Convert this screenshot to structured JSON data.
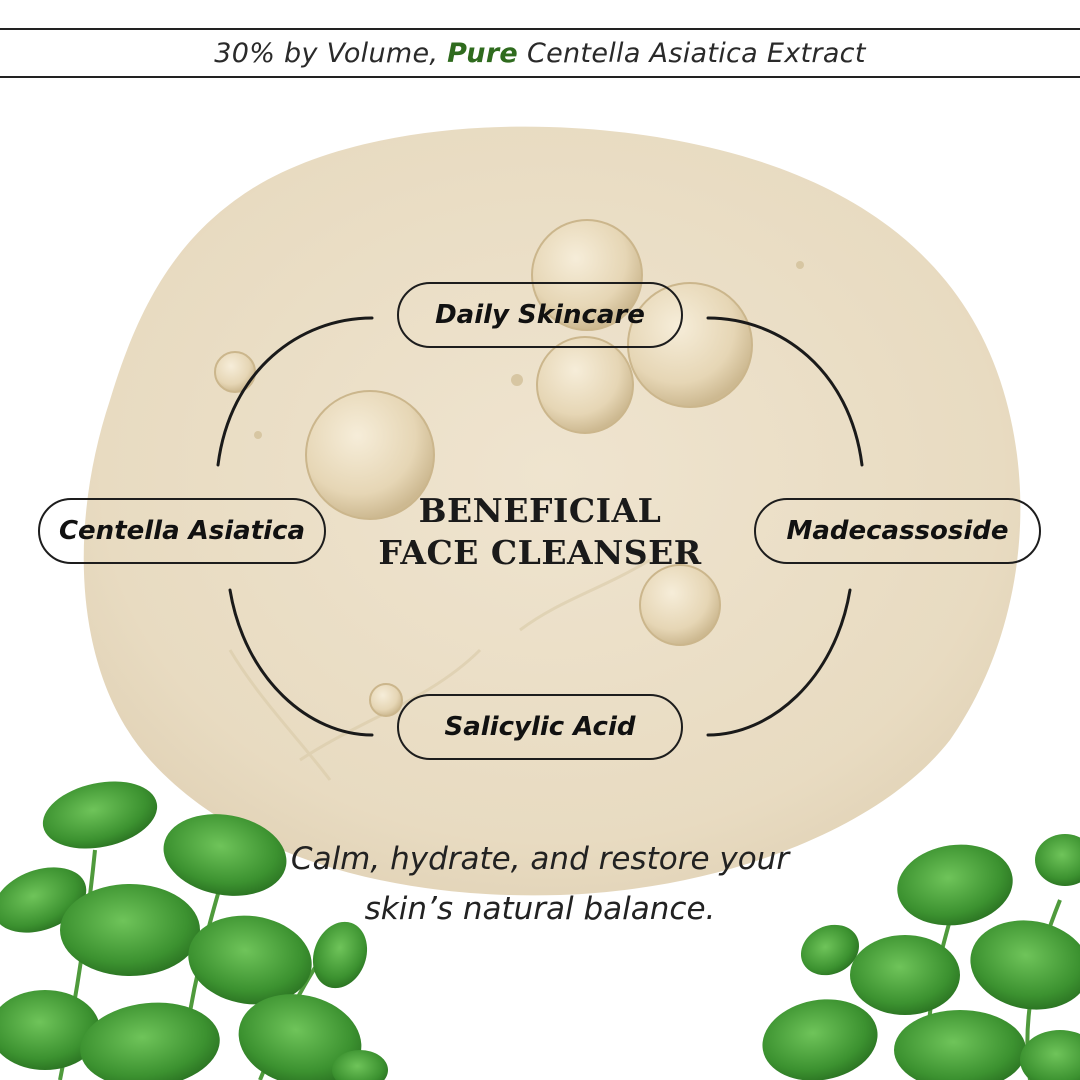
{
  "banner": {
    "before": "30% by Volume,",
    "highlight": "Pure",
    "after": "Centella Asiatica Extract"
  },
  "cycle": {
    "top": "Daily Skincare",
    "left": "Centella Asiatica",
    "right": "Madecassoside",
    "bottom": "Salicylic Acid"
  },
  "center": {
    "line1": "BENEFICIAL",
    "line2": "FACE CLEANSER"
  },
  "tagline": {
    "line1": "Calm, hydrate, and restore your",
    "line2": "skin’s natural balance."
  },
  "colors": {
    "accent_green": "#2f6b1e",
    "cleanser": "#ece0c8",
    "leaf": "#3f9a34"
  }
}
